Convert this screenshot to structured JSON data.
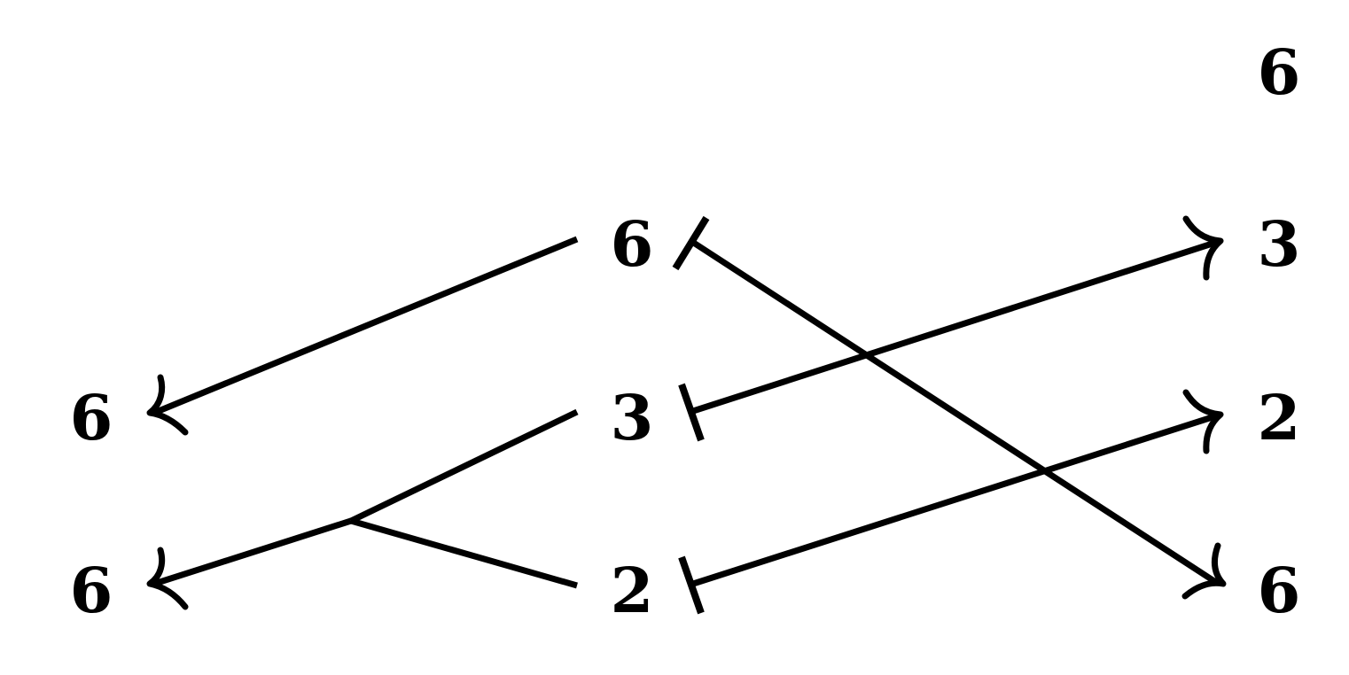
{
  "diagram": {
    "nodes": {
      "top_right": "6",
      "mid_top": "6",
      "mid_center": "3",
      "mid_bottom": "2",
      "left_top": "6",
      "left_bottom": "6",
      "right_top": "3",
      "right_center": "2",
      "right_bottom": "6"
    },
    "edges": [
      {
        "from": "mid_top",
        "to": "left_top"
      },
      {
        "from": "mid_center",
        "to": "left_bottom",
        "merge": true
      },
      {
        "from": "mid_bottom",
        "to": "left_bottom",
        "merge": true
      },
      {
        "from": "mid_top",
        "to": "right_bottom"
      },
      {
        "from": "mid_center",
        "to": "right_top"
      },
      {
        "from": "mid_bottom",
        "to": "right_center"
      }
    ]
  }
}
